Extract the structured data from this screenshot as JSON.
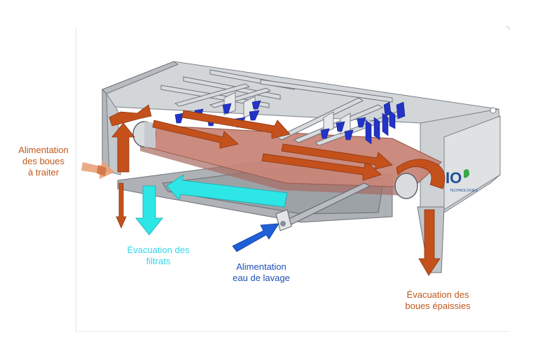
{
  "labels": {
    "sludge_feed": [
      "Alimentation",
      "des boues",
      "à  traiter"
    ],
    "filtrate_outlet": [
      "Évacuation des",
      "filtrats"
    ],
    "wash_water": [
      "Alimentation",
      "eau de lavage"
    ],
    "thickened_outlet": [
      "Évacuation des",
      "boues épaissies"
    ]
  },
  "logo_text": "TECHNOLOGIES",
  "colors": {
    "sludge_arrow": "#c4511b",
    "filtrate_arrow": "#2ee6e6",
    "wash_arrow": "#1f5fd8",
    "belt": "#c98578",
    "frame": "#9ea3a8",
    "frame_light": "#c9cdd1",
    "nozzle": "#2233c6",
    "sludge_text": "#c0581a",
    "filtrate_text": "#35d6e8",
    "wash_text": "#1f4fb8"
  }
}
